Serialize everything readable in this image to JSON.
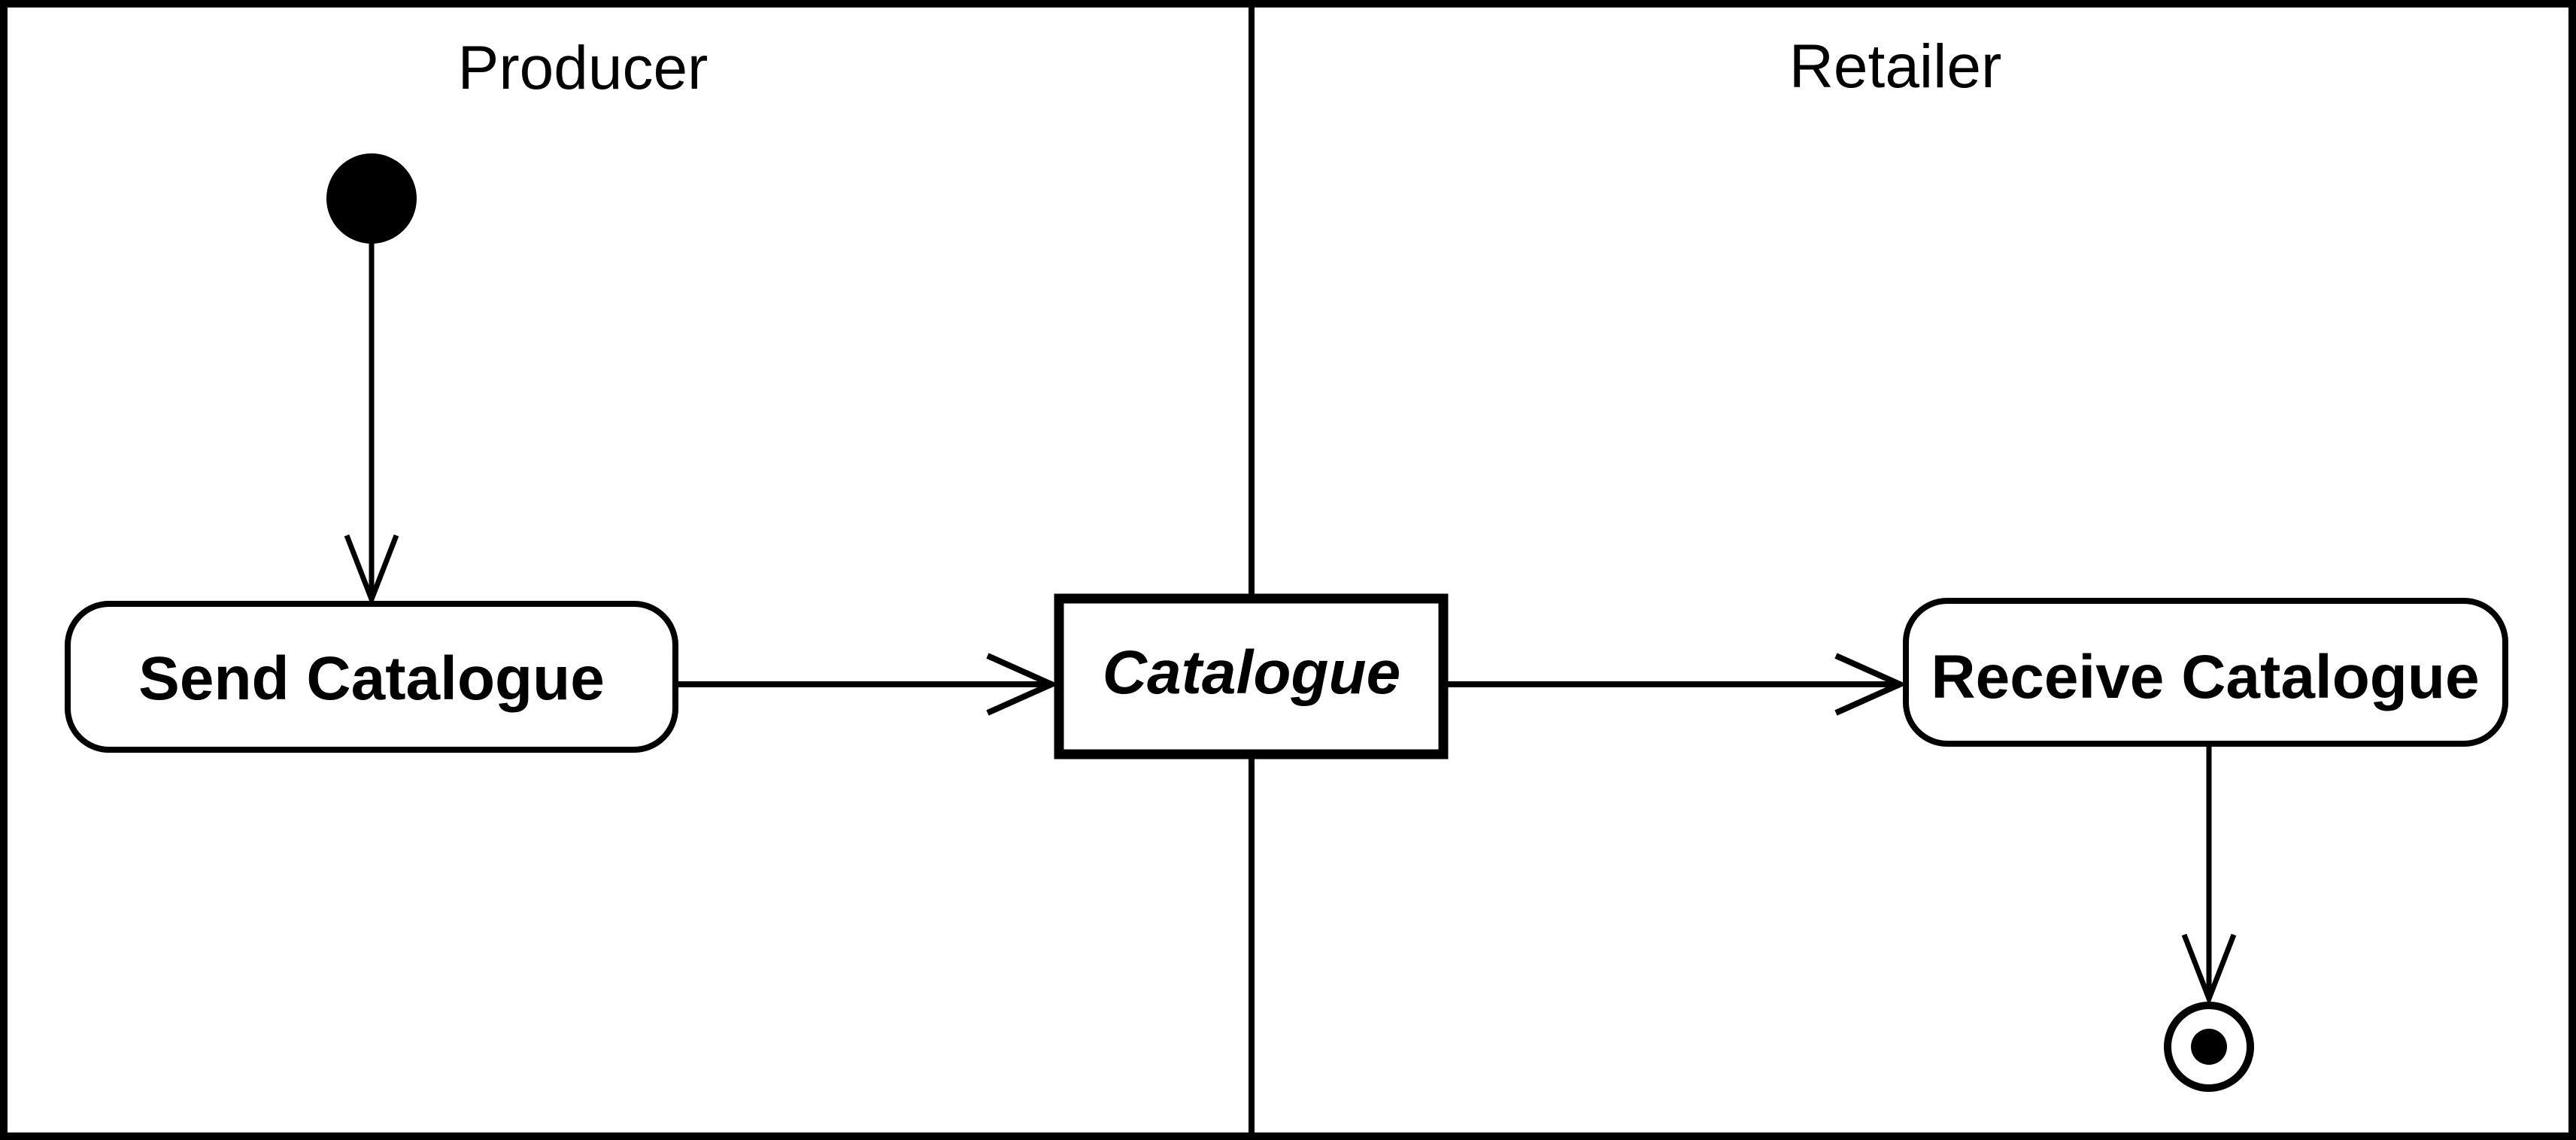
{
  "diagram": {
    "type": "uml-activity-swimlane-diagram",
    "colors": {
      "ink": "#000000",
      "background": "#ffffff"
    },
    "lanes": [
      {
        "label": "Producer"
      },
      {
        "label": "Retailer"
      }
    ],
    "nodes": {
      "initial": {
        "kind": "initial-node",
        "lane": "Producer"
      },
      "send": {
        "kind": "action",
        "label": "Send Catalogue",
        "lane": "Producer"
      },
      "catalogue": {
        "kind": "object",
        "label": "Catalogue",
        "lane": "boundary"
      },
      "receive": {
        "kind": "action",
        "label": "Receive Catalogue",
        "lane": "Retailer"
      },
      "final": {
        "kind": "final-node",
        "lane": "Retailer"
      }
    },
    "edges": [
      {
        "from": "initial",
        "to": "send"
      },
      {
        "from": "send",
        "to": "catalogue"
      },
      {
        "from": "catalogue",
        "to": "receive"
      },
      {
        "from": "receive",
        "to": "final"
      }
    ]
  }
}
